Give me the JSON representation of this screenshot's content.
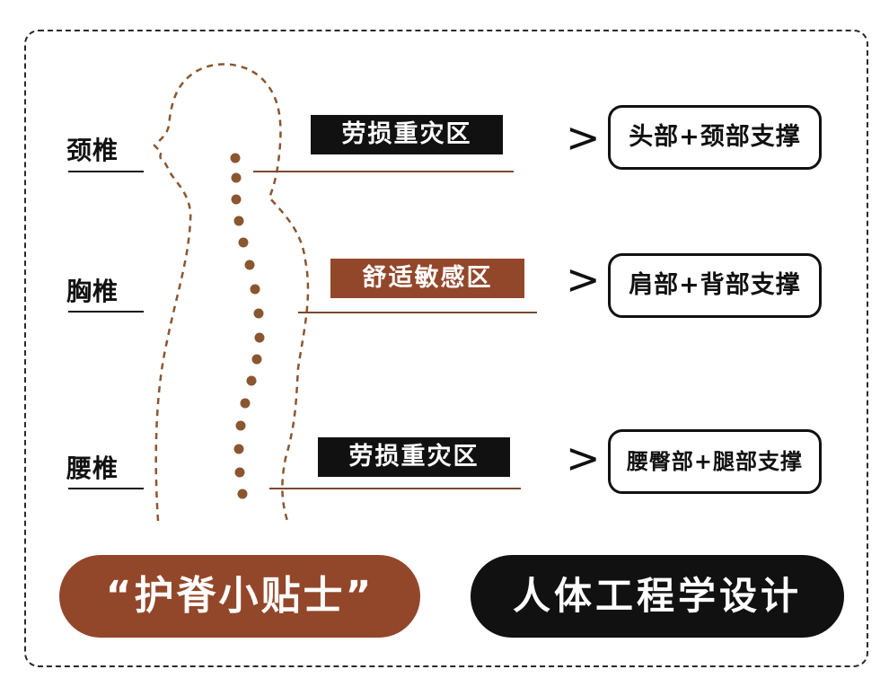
{
  "colors": {
    "accent_brown": "#93472a",
    "dark": "#111111",
    "spine_dot": "#8a5630",
    "leader_line": "#7a4a2e"
  },
  "spine_sections": [
    {
      "label": "颈椎",
      "zone": "劳损重灾区",
      "zone_style": "dark",
      "support": "头部+颈部支撑"
    },
    {
      "label": "胸椎",
      "zone": "舒适敏感区",
      "zone_style": "brown",
      "support": "肩部+背部支撑"
    },
    {
      "label": "腰椎",
      "zone": "劳损重灾区",
      "zone_style": "dark",
      "support": "腰臀部+腿部支撑"
    }
  ],
  "chevron_glyph": ">",
  "footer": {
    "tips_label": "“护脊小贴士”",
    "design_label": "人体工程学设计"
  }
}
